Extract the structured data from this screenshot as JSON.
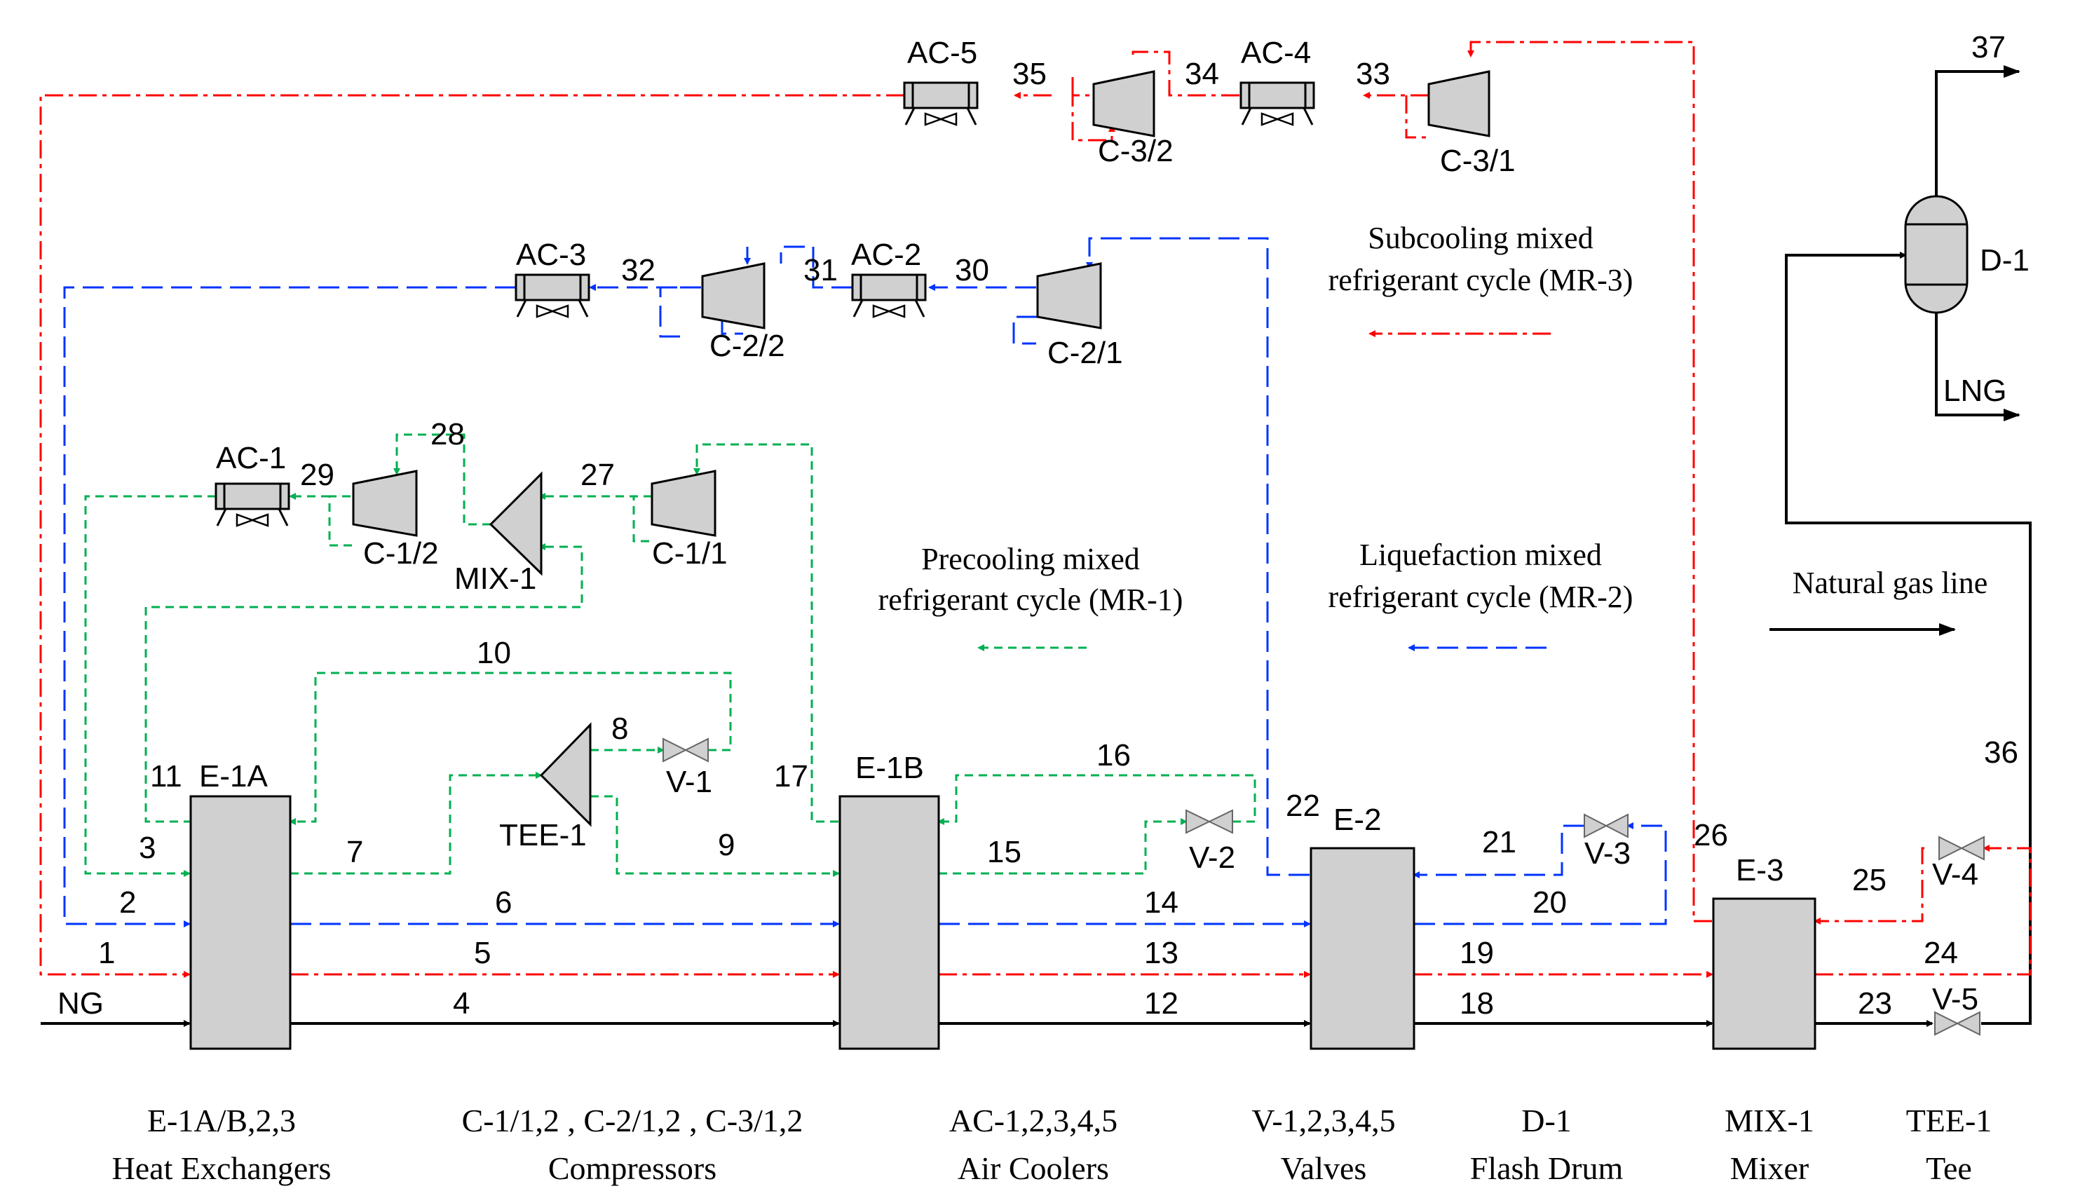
{
  "colors": {
    "mr1": "#00b050",
    "mr2": "#0033ff",
    "mr3": "#ff0000",
    "ng": "#000000",
    "equipment_fill": "#d0d0d0"
  },
  "equipment": {
    "e1a": "E-1A",
    "e1b": "E-1B",
    "e2": "E-2",
    "e3": "E-3",
    "d1": "D-1",
    "tee1": "TEE-1",
    "mix1": "MIX-1",
    "v1": "V-1",
    "v2": "V-2",
    "v3": "V-3",
    "v4": "V-4",
    "v5": "V-5",
    "c11": "C-1/1",
    "c12": "C-1/2",
    "c21": "C-2/1",
    "c22": "C-2/2",
    "c31": "C-3/1",
    "c32": "C-3/2",
    "ac1": "AC-1",
    "ac2": "AC-2",
    "ac3": "AC-3",
    "ac4": "AC-4",
    "ac5": "AC-5"
  },
  "streams": {
    "ng": "NG",
    "lng": "LNG",
    "s1": "1",
    "s2": "2",
    "s3": "3",
    "s4": "4",
    "s5": "5",
    "s6": "6",
    "s7": "7",
    "s8": "8",
    "s9": "9",
    "s10": "10",
    "s11": "11",
    "s12": "12",
    "s13": "13",
    "s14": "14",
    "s15": "15",
    "s16": "16",
    "s17": "17",
    "s18": "18",
    "s19": "19",
    "s20": "20",
    "s21": "21",
    "s22": "22",
    "s23": "23",
    "s24": "24",
    "s25": "25",
    "s26": "26",
    "s27": "27",
    "s28": "28",
    "s29": "29",
    "s30": "30",
    "s31": "31",
    "s32": "32",
    "s33": "33",
    "s34": "34",
    "s35": "35",
    "s36": "36",
    "s37": "37"
  },
  "legend": {
    "mr3_line1": "Subcooling mixed",
    "mr3_line2": "refrigerant cycle (MR-3)",
    "mr2_line1": "Liquefaction mixed",
    "mr2_line2": "refrigerant cycle (MR-2)",
    "mr1_line1": "Precooling mixed",
    "mr1_line2": "refrigerant cycle (MR-1)",
    "ng_line": "Natural gas line"
  },
  "captions": [
    {
      "line1": "E-1A/B,2,3",
      "line2": "Heat Exchangers"
    },
    {
      "line1": "C-1/1,2 , C-2/1,2 , C-3/1,2",
      "line2": "Compressors"
    },
    {
      "line1": "AC-1,2,3,4,5",
      "line2": "Air Coolers"
    },
    {
      "line1": "V-1,2,3,4,5",
      "line2": "Valves"
    },
    {
      "line1": "D-1",
      "line2": "Flash Drum"
    },
    {
      "line1": "MIX-1",
      "line2": "Mixer"
    },
    {
      "line1": "TEE-1",
      "line2": "Tee"
    }
  ]
}
